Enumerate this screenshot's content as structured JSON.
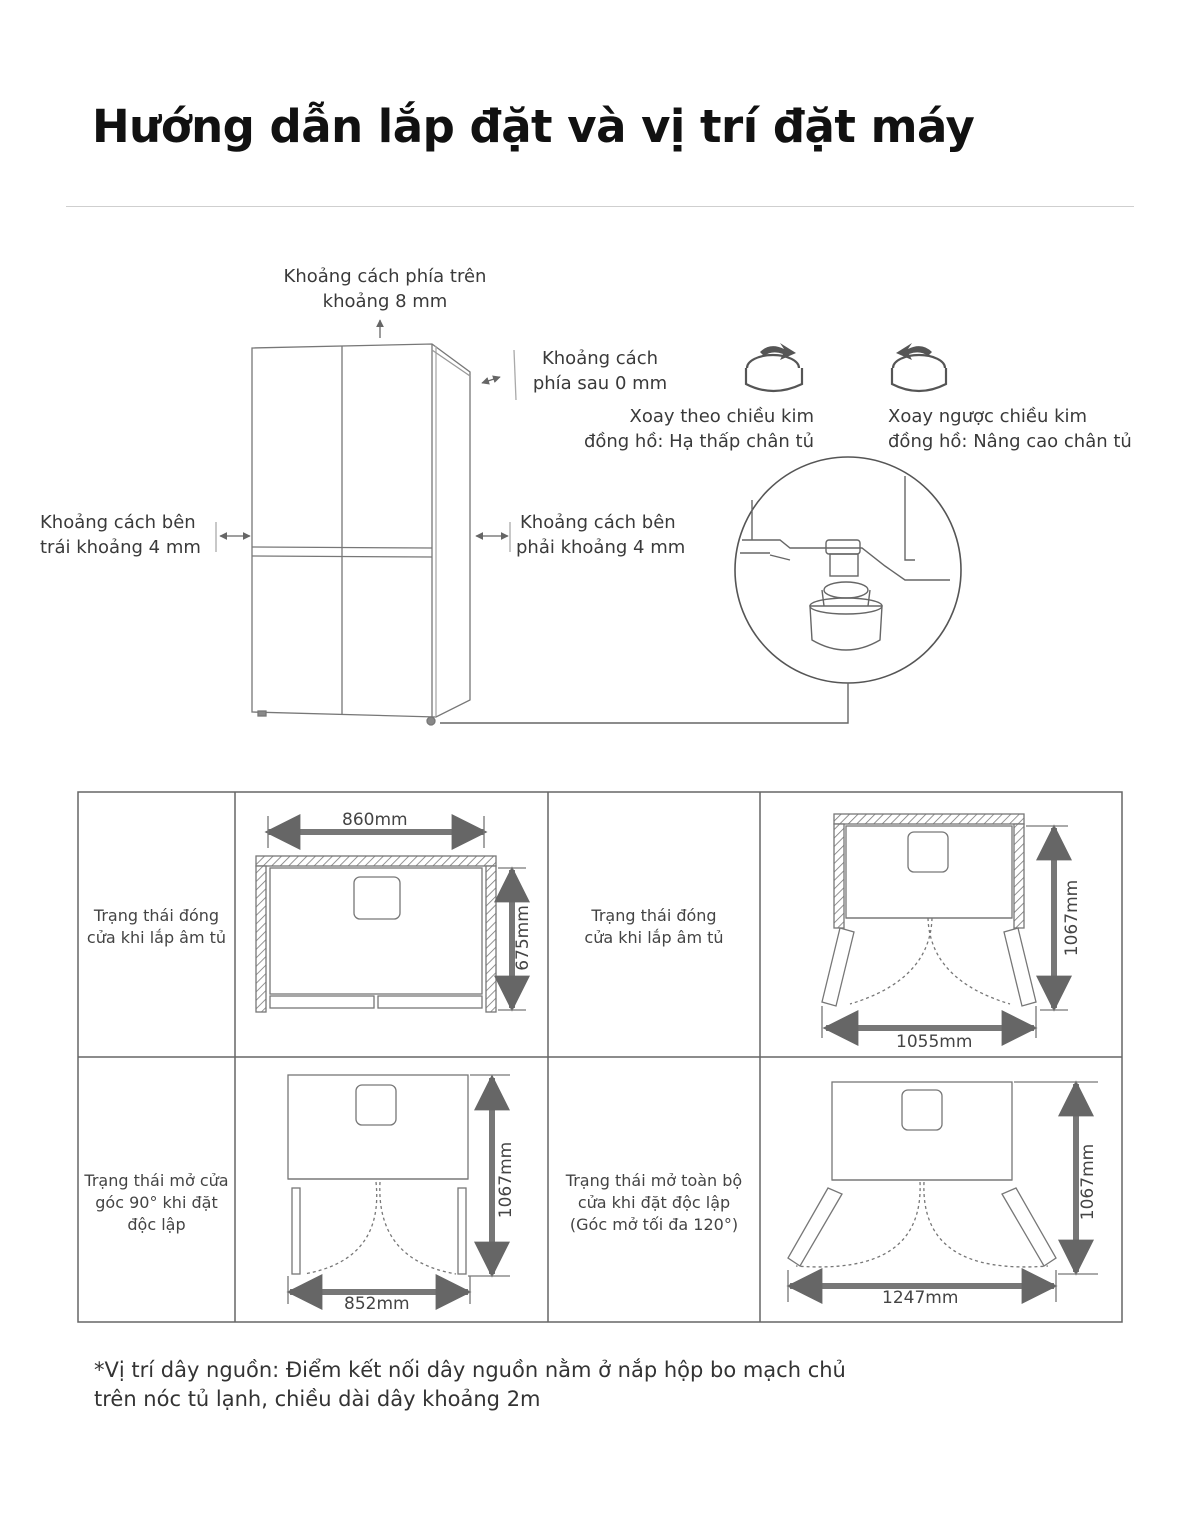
{
  "title": "Hướng dẫn lắp đặt và vị trí đặt máy",
  "clearance": {
    "top": [
      "Khoảng cách phía trên",
      "khoảng 8 mm"
    ],
    "back": [
      "Khoảng cách",
      "phía sau 0 mm"
    ],
    "left": [
      "Khoảng cách bên",
      "trái khoảng 4 mm"
    ],
    "right": [
      "Khoảng cách bên",
      "phải khoảng 4 mm"
    ]
  },
  "feet": {
    "clockwise": [
      "Xoay theo chiều kim",
      "đồng hồ: Hạ thấp chân tủ"
    ],
    "counterclockwise": [
      "Xoay ngược chiều kim",
      "đồng hồ: Nâng cao chân tủ"
    ]
  },
  "table": {
    "row1_left_label": [
      "Trạng thái đóng",
      "cửa khi lắp âm tủ"
    ],
    "row1_mid_label": [
      "Trạng thái đóng",
      "cửa khi lắp âm tủ"
    ],
    "row2_left_label": [
      "Trạng thái mở cửa",
      "góc 90° khi đặt",
      "độc lập"
    ],
    "row2_mid_label": [
      "Trạng thái mở toàn bộ",
      "cửa khi đặt độc lập",
      "(Góc mở tối đa 120°)"
    ],
    "dims": {
      "d860": "860mm",
      "d675": "675mm",
      "d1055": "1055mm",
      "d1067a": "1067mm",
      "d1067b": "1067mm",
      "d852": "852mm",
      "d1067c": "1067mm",
      "d1247": "1247mm"
    }
  },
  "note": [
    "*Vị trí dây nguồn: Điểm kết nối dây nguồn nằm ở nắp hộp bo mạch chủ",
    "trên nóc tủ lạnh, chiều dài dây khoảng 2m"
  ]
}
